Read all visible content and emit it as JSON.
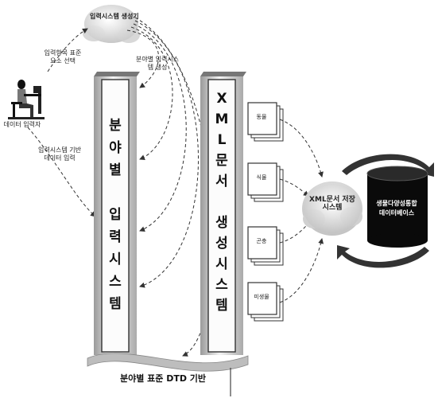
{
  "diagram": {
    "developer": {
      "label": "입력시스템 생성기"
    },
    "user": {
      "label": "데이터 입력자"
    },
    "edges": {
      "select_component": "입력항목 표준요소 선택",
      "create_by_field": "분야별 입력시스템 생성",
      "input_data": "입력시스템 기반 데이터 입력"
    },
    "input_system": {
      "chars": [
        "분",
        "야",
        "별",
        "",
        "입",
        "력",
        "시",
        "스",
        "템"
      ]
    },
    "xml_generator": {
      "chars": [
        "X",
        "M",
        "L",
        "문",
        "서",
        "",
        "생",
        "성",
        "시",
        "스",
        "템"
      ]
    },
    "documents": [
      "동물",
      "식물",
      "곤충",
      "미생물"
    ],
    "storage": {
      "label": "XML문서 저장시스템"
    },
    "database": {
      "line1": "생물다양성통합",
      "line2": "데이터베이스"
    },
    "footer": "분야별 표준 DTD 기반"
  }
}
